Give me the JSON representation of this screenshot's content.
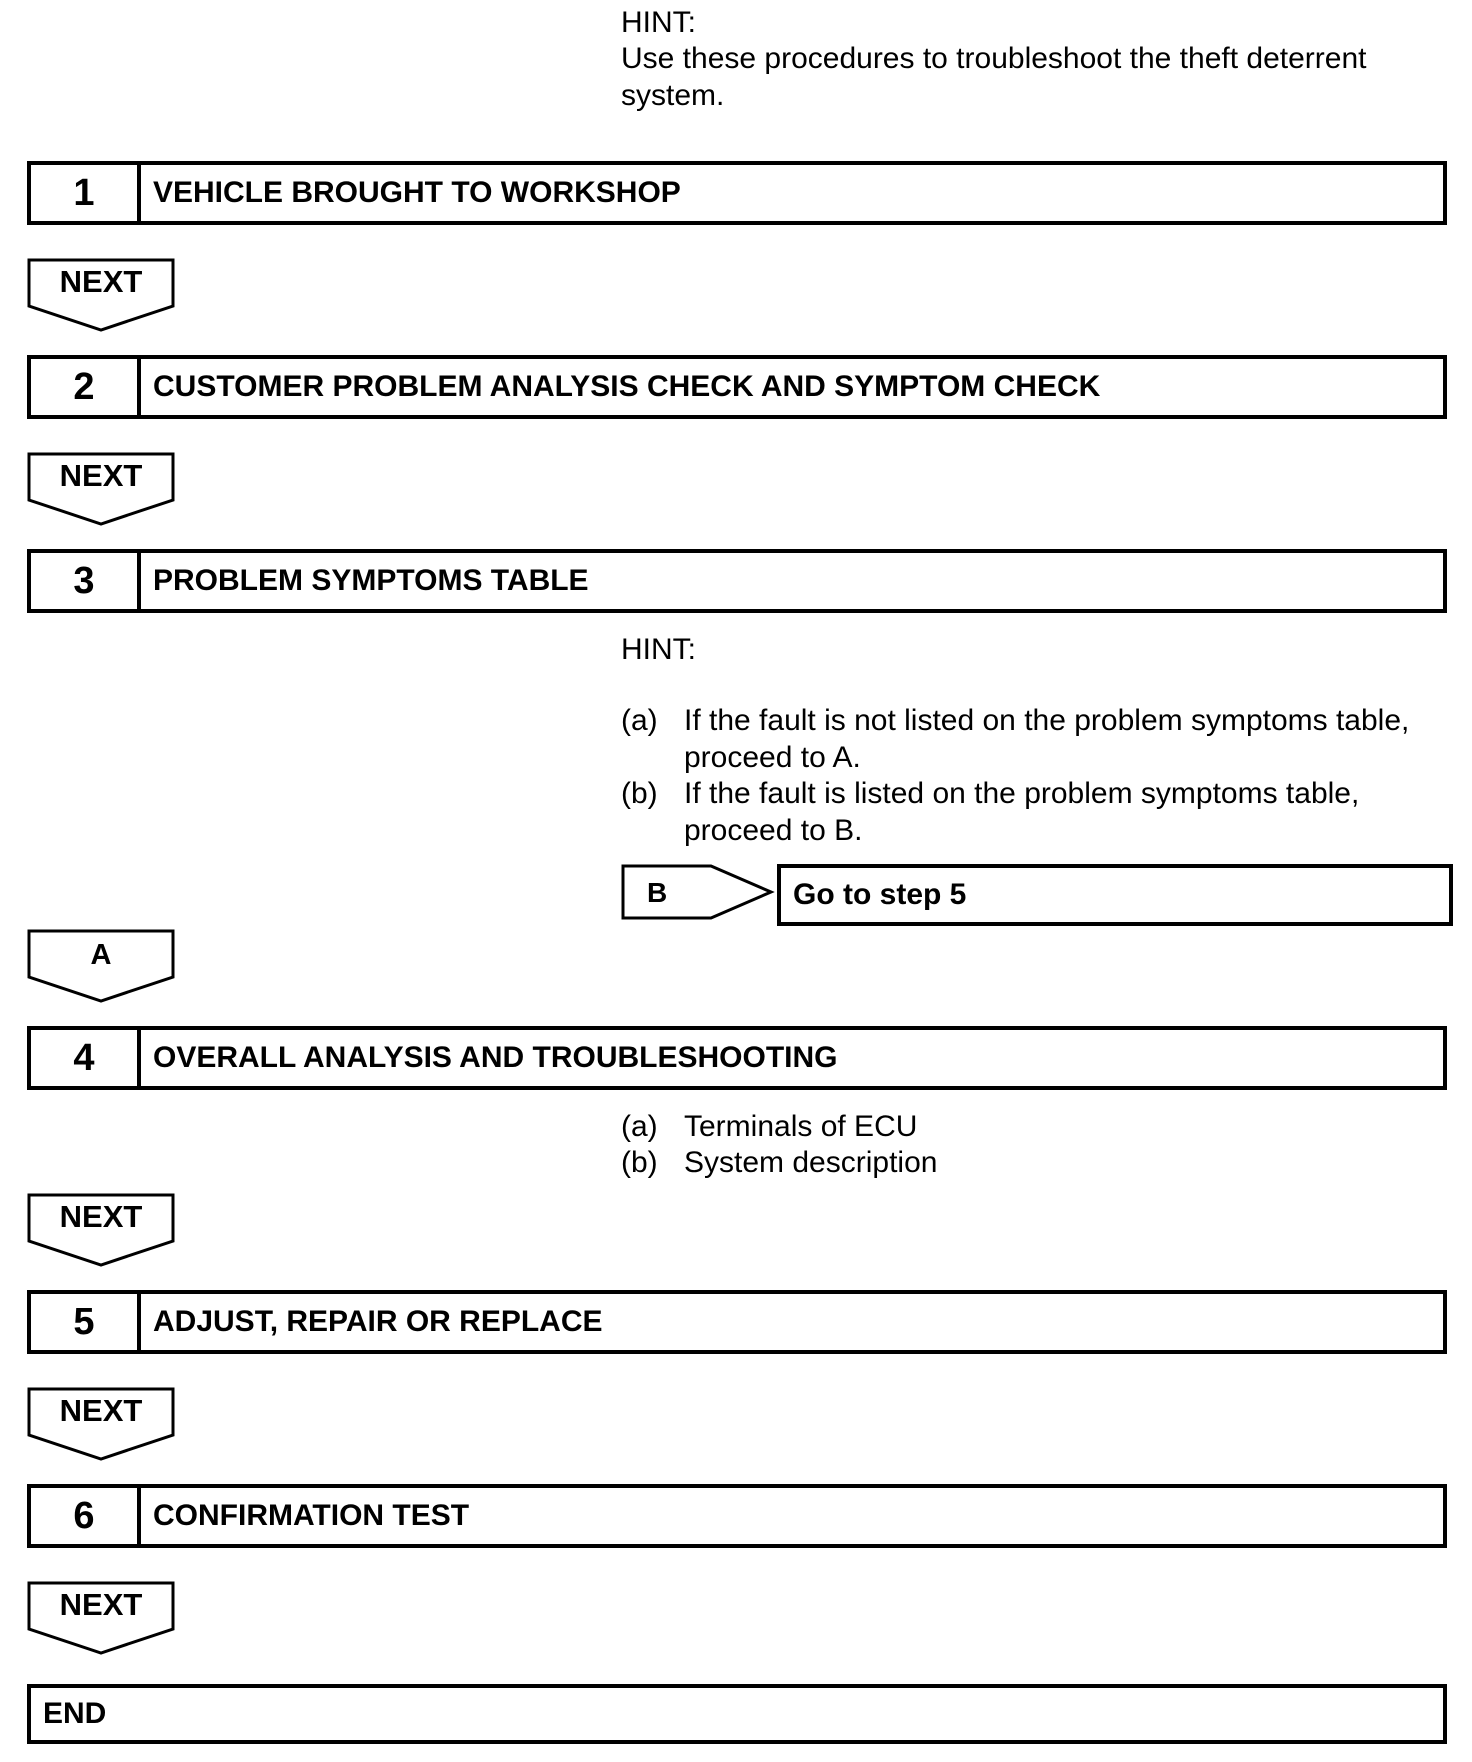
{
  "intro": {
    "hint_label": "HINT:",
    "hint_text": "Use these procedures to troubleshoot the theft deterrent system."
  },
  "steps": [
    {
      "number": "1",
      "title": "VEHICLE BROUGHT TO WORKSHOP"
    },
    {
      "number": "2",
      "title": "CUSTOMER PROBLEM ANALYSIS CHECK AND SYMPTOM CHECK"
    },
    {
      "number": "3",
      "title": "PROBLEM SYMPTOMS TABLE"
    },
    {
      "number": "4",
      "title": "OVERALL ANALYSIS AND TROUBLESHOOTING"
    },
    {
      "number": "5",
      "title": "ADJUST, REPAIR OR REPLACE"
    },
    {
      "number": "6",
      "title": "CONFIRMATION TEST"
    }
  ],
  "next_label": "NEXT",
  "step3_hint": {
    "label": "HINT:",
    "items": [
      {
        "marker": "(a)",
        "text": "If the fault is not listed on the problem symptoms table, proceed to A."
      },
      {
        "marker": "(b)",
        "text": "If the fault is listed on the problem symptoms table, proceed to B."
      }
    ]
  },
  "branch_b": {
    "label": "B",
    "target": "Go to step 5"
  },
  "branch_a": {
    "label": "A"
  },
  "step4_items": [
    {
      "marker": "(a)",
      "text": "Terminals of ECU"
    },
    {
      "marker": "(b)",
      "text": "System description"
    }
  ],
  "end_label": "END"
}
